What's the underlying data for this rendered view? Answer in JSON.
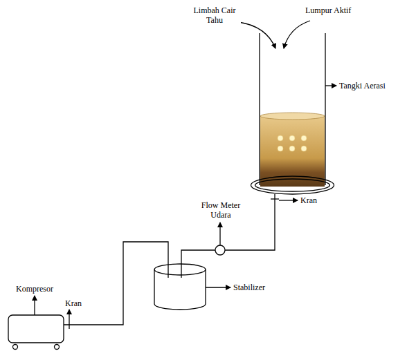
{
  "diagram": {
    "labels": [
      "Limbah Cair Tahu",
      "Lumpur Aktif",
      "Tangki Aerasi",
      "Kran",
      "Flow Meter Udara",
      "Stabilizer",
      "Kompresor",
      "Kran"
    ]
  }
}
